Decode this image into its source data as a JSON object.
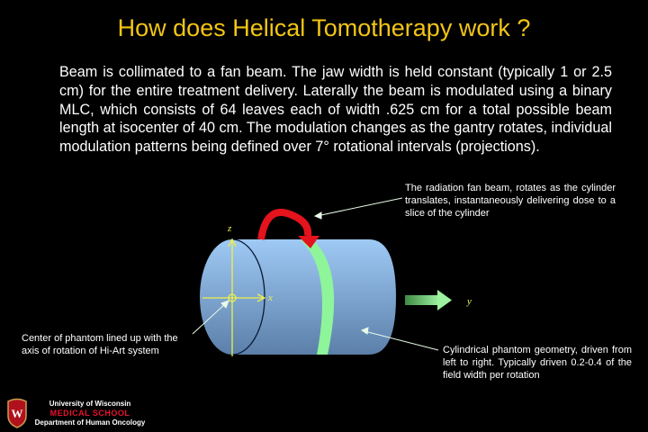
{
  "slide": {
    "title": "How does Helical Tomotherapy work ?",
    "body": "Beam is collimated to a fan beam. The jaw width is held constant (typically 1 or 2.5 cm) for the entire treatment delivery. Laterally the beam is modulated using a binary MLC, which consists of 64 leaves each of width .625 cm for a total possible beam length at isocenter of 40 cm. The modulation changes as the gantry rotates, individual modulation patterns being defined over 7° rotational intervals (projections).",
    "title_color": "#f2c516"
  },
  "annotations": {
    "fan_beam": "The radiation fan beam, rotates as the cylinder translates, instantaneously delivering dose to a slice of the cylinder",
    "center": "Center of phantom lined up with the axis of rotation of Hi-Art system",
    "phantom": "Cylindrical phantom geometry, driven from left to right. Typically driven 0.2-0.4 of the field width per rotation"
  },
  "diagram": {
    "axis_z": "z",
    "axis_x": "x",
    "axis_y": "y",
    "cylinder_color_top": "#9cc8f4",
    "cylinder_color_bottom": "#5e82ad",
    "beam_ring_color": "#8ef59a",
    "rotation_arrow_color": "#e4131c",
    "axis_color": "#f0f04a"
  },
  "footer": {
    "university": "University of Wisconsin",
    "school": "MEDICAL SCHOOL",
    "department": "Department of Human Oncology",
    "crest_letter": "W"
  }
}
